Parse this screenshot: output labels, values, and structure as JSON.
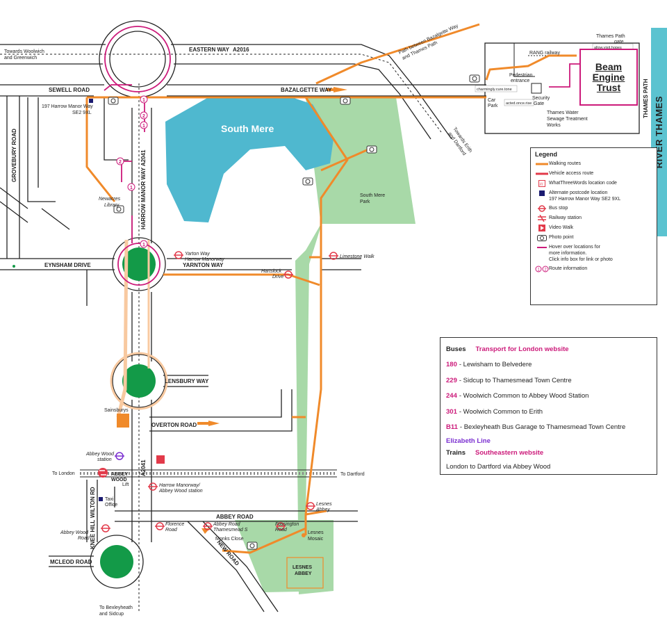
{
  "map": {
    "places": {
      "south_mere": "South Mere",
      "south_mere_park": [
        "South Mere",
        "Park"
      ],
      "lesnes_abbey": [
        "LESNES",
        "ABBEY"
      ],
      "sainsburys": "Sainsburys",
      "newacres_library": [
        "Newacres",
        "Library"
      ],
      "lesnes_mosaic": [
        "Lesnes",
        "Mosaic"
      ],
      "monks_close": "Monks Close",
      "thames_water": [
        "Thames Water",
        "Sewage Treatment",
        "Works"
      ],
      "security_gate": [
        "Security",
        "Gate"
      ],
      "car_park": [
        "Car",
        "Park"
      ],
      "pedestrian_entrance": [
        "Pedestrian",
        "entrance"
      ],
      "thames_path_gate": [
        "Thames Path",
        "gate"
      ],
      "address_197": [
        "197 Harrow Manor Way",
        "SE2 9XL"
      ],
      "taxi_office": [
        "Taxi",
        "Office"
      ],
      "lift": "Lift",
      "abbey_wood_station_sign": [
        "ABBEY",
        "WOOD"
      ]
    },
    "roads": {
      "eastern_way": "EASTERN WAY",
      "a2016": "A2016",
      "sewell_road": "SEWELL ROAD",
      "bazalgette_way": "BAZALGETTE WAY",
      "harrow_manor_way": "HARROW MANOR WAY  A2041",
      "a2041": "A2041",
      "grovebury_road": "GROVEBURY ROAD",
      "eynsham_drive": "EYNSHAM DRIVE",
      "yarnton_way": "YARNTON WAY",
      "lensbury_way": "LENSBURY WAY",
      "overton_road": "OVERTON ROAD",
      "abbey_road": "ABBEY ROAD",
      "new_road": "NEW ROAD",
      "mcleod_road": "MCLEOD ROAD",
      "knee_hill": "KNEE HILL",
      "wilton_rd": "WILTON RD",
      "thames_path": "THAMES PATH",
      "rang_railway": "RANG railway"
    },
    "directions": {
      "woolwich": [
        "Towards Woolwich",
        "and Greenwich"
      ],
      "erith": [
        "Towards Erith",
        "and Dartford"
      ],
      "path_bazalgette": [
        "Path between Bazalgette Way",
        "and Thames Path"
      ],
      "to_london": "To London",
      "to_dartford": "To Dartford",
      "bexleyheath": [
        "To Bexleyheath",
        "and Sidcup"
      ]
    },
    "bus_stops": {
      "yarton_way": [
        "Yarton Way",
        "Harrow Manorway"
      ],
      "limestone_walk": "Limestone Walk",
      "hartslock_drive": [
        "Hartslock",
        "Drive"
      ],
      "abbey_wood_station": [
        "Abbey Wood",
        "station"
      ],
      "harrow_manorway_station": [
        "Harrow Manorway/",
        "Abbey Wood station"
      ],
      "lesnes_abbey": [
        "Lesnes",
        "Abbey"
      ],
      "abbey_wood_road": [
        "Abbey Wood",
        "Road"
      ],
      "florence_road": [
        "Florence",
        "Road"
      ],
      "abbey_road_thamesmead": [
        "Abbey Road",
        "Thamesmead S"
      ],
      "fossington_road": [
        "Fossington",
        "Road"
      ]
    },
    "w3w": {
      "charmingly": "charmingly.cure.tone",
      "acted": "acted.once.rise",
      "allow": "allow.visit.hopes"
    },
    "route_numbers": [
      "1",
      "2",
      "1",
      "1",
      "2",
      "1"
    ]
  },
  "beam": {
    "line1": "Beam",
    "line2": "Engine",
    "line3": "Trust"
  },
  "river": {
    "label": "RIVER THAMES"
  },
  "legend": {
    "title": "Legend",
    "items": [
      {
        "icon": "walking-route-line",
        "text": "Walking routes"
      },
      {
        "icon": "vehicle-route-line",
        "text": "Vehicle access route"
      },
      {
        "icon": "w3w-icon",
        "text": "WhatThreeWords location code"
      },
      {
        "icon": "square-icon",
        "text": "Alternate postcode location\n197 Harrow Manor Way SE2 9XL"
      },
      {
        "icon": "bus-stop-icon",
        "text": "Bus stop"
      },
      {
        "icon": "railway-icon",
        "text": "Railway station"
      },
      {
        "icon": "video-icon",
        "text": "Video Walk"
      },
      {
        "icon": "camera-icon",
        "text": "Photo point"
      },
      {
        "icon": "hover-line",
        "text": "Hover over locations for\nmore information.\nClick info box for link or photo"
      },
      {
        "icon": "route-info-icon",
        "text": "Route information"
      }
    ]
  },
  "buses": {
    "title": "Buses",
    "tfl_link": "Transport for London website",
    "routes": [
      {
        "num": "180",
        "desc": "- Lewisham to Belvedere"
      },
      {
        "num": "229",
        "desc": "- Sidcup to Thamesmead Town Centre"
      },
      {
        "num": "244",
        "desc": "- Woolwich Common to Abbey Wood Station"
      },
      {
        "num": "301",
        "desc": "- Woolwich Common to Erith"
      },
      {
        "num": "B11",
        "desc": "- Bexleyheath Bus Garage to Thamesmead Town Centre"
      }
    ],
    "elizabeth": "Elizabeth Line",
    "trains_title": "Trains",
    "se_link": "Southeastern website",
    "trains_desc": "London to Dartford via Abbey Wood"
  },
  "colors": {
    "walking": "#f08a2a",
    "vehicle": "#e23a4a",
    "magenta": "#cc1a7a",
    "park": "#a8d9a8",
    "water": "#4fb8cf",
    "roundabout": "#139a48",
    "river": "#5bc3d0"
  }
}
